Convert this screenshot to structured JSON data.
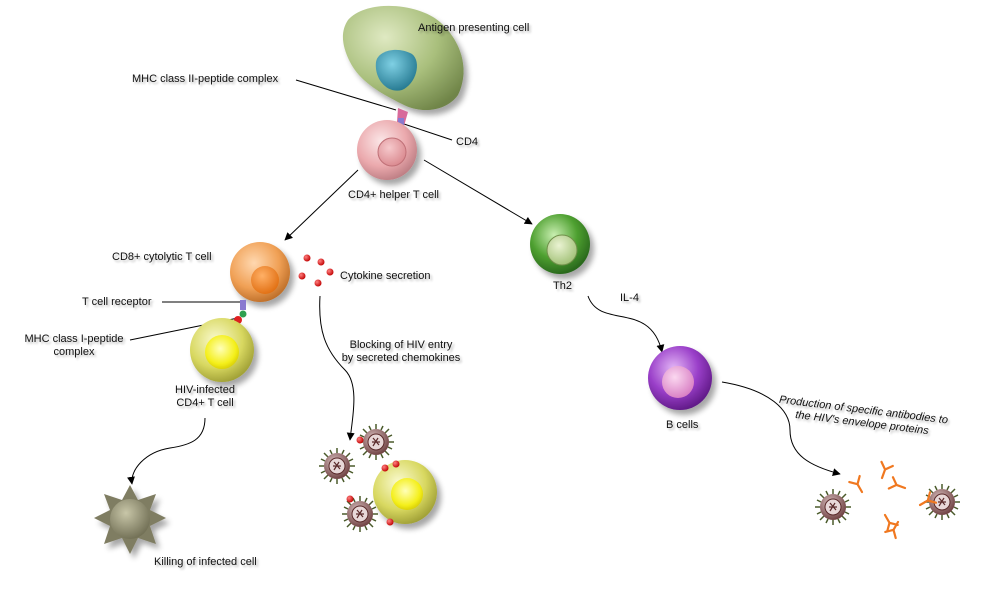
{
  "labels": {
    "apc": "Antigen presenting cell",
    "mhc2": "MHC class II-peptide complex",
    "cd4": "CD4",
    "helper": "CD4+ helper T cell",
    "cd8": "CD8+ cytolytic T cell",
    "cytokine": "Cytokine secretion",
    "tcr": "T cell receptor",
    "mhc1_line1": "MHC class I-peptide",
    "mhc1_line2": "complex",
    "hiv_line1": "HIV-infected",
    "hiv_line2": "CD4+ T cell",
    "blocking_line1": "Blocking of HIV entry",
    "blocking_line2": "by secreted chemokines",
    "killing": "Killing of infected cell",
    "th2": "Th2",
    "il4": "IL-4",
    "bcells": "B cells",
    "antibodies_line1": "Production of specific antibodies to",
    "antibodies_line2": "the HIV's envelope proteins"
  },
  "colors": {
    "apc": "#a9bf7c",
    "apc_nucleus": "#3fa4bf",
    "helper": "#eba9ad",
    "cd8": "#f0a055",
    "infected": "#e6e05a",
    "th2": "#4ea030",
    "bcell": "#9a3fc9",
    "bcell_nucleus": "#e89ad4",
    "cytokine": "#e02020",
    "antibody": "#f07820",
    "dead_cell": "#8c8a6a",
    "virus": "#6a3b3b"
  }
}
